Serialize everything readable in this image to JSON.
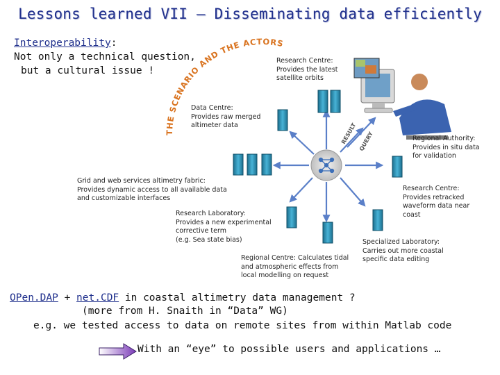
{
  "title": "Lessons learned VII – Disseminating data efficiently",
  "intro": {
    "link_text": "Interoperability",
    "colon": ":",
    "line2": "Not only a technical question,",
    "line3": "but a cultural issue !"
  },
  "arc_label": "THE SCENARIO AND THE ACTORS",
  "actors": {
    "research_centre_top": [
      "Research Centre:",
      "Provides the latest",
      "satellite orbits"
    ],
    "data_centre": [
      "Data Centre:",
      "Provides raw merged",
      "altimeter data"
    ],
    "regional_authority": [
      "Regional Authority:",
      "Provides in situ data",
      "for validation"
    ],
    "grid_fabric": [
      "Grid and web services altimetry fabric:",
      "Provides dynamic access to all available data",
      "and customizable interfaces"
    ],
    "research_centre_right": [
      "Research Centre:",
      "Provides retracked",
      "waveform data near",
      "coast"
    ],
    "research_laboratory": [
      "Research Laboratory:",
      "Provides a new experimental",
      "corrective term",
      "(e.g. Sea state bias)"
    ],
    "specialized_laboratory": [
      "Specialized Laboratory:",
      "Carries out more coastal",
      "specific data editing"
    ],
    "regional_centre": [
      "Regional Centre: Calculates tidal",
      "and atmospheric effects from",
      "local modelling on request"
    ]
  },
  "arrow_labels": {
    "result": "RESULT",
    "query": "QUERY"
  },
  "bottom": {
    "opendap": "OPen.DAP",
    "plus": " + ",
    "netcdf": "net.CDF",
    "line1_rest": " in coastal altimetry data management ?",
    "line2": "(more from H. Snaith in “Data” WG)",
    "line3": "e.g. we tested access to data on remote sites from within Matlab code"
  },
  "footer": "With an “eye” to possible users and applications …",
  "colors": {
    "title": "#1f2f8c",
    "arc_text": "#d9731f",
    "arrow": "#5a7fc8",
    "server": "#2b8fb5"
  }
}
